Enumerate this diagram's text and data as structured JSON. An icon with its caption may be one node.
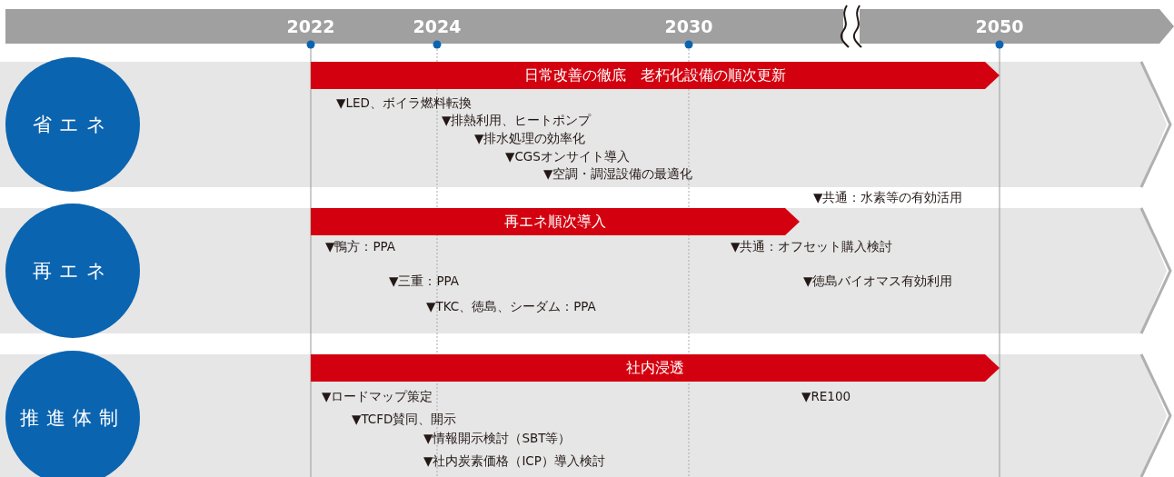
{
  "diagram": {
    "nodes": [
      {
        "text": [
          "省エネ"
        ]
      },
      {
        "text": [
          "日常改善の徹底　老朽化設備の順次更新"
        ]
      },
      {
        "text": [
          "再エネ"
        ]
      },
      {
        "text": [
          "再エネ順次導入"
        ]
      },
      {
        "text": [
          "推進体制"
        ]
      },
      {
        "text": [
          "社内浸透"
        ]
      }
    ],
    "labels": [
      "2022",
      "2024",
      "2030",
      "2050",
      "▼LED、ボイラ燃料転換",
      "▼排熱利用、ヒートポンプ",
      "▼排水処理の効率化",
      "▼CGSオンサイト導入",
      "▼空調・調湿設備の最適化",
      "▼共通：水素等の有効活用",
      "▼鴨方：PPA",
      "▼共通：オフセット購入検討",
      "▼三重：PPA",
      "▼徳島バイオマス有効利用",
      "▼TKC、徳島、シーダム：PPA",
      "▼ロードマップ策定",
      "▼RE100",
      "▼TCFD賛同、開示",
      "▼情報開示検討（SBT等）",
      "▼社内炭素価格（ICP）導入検討"
    ]
  }
}
